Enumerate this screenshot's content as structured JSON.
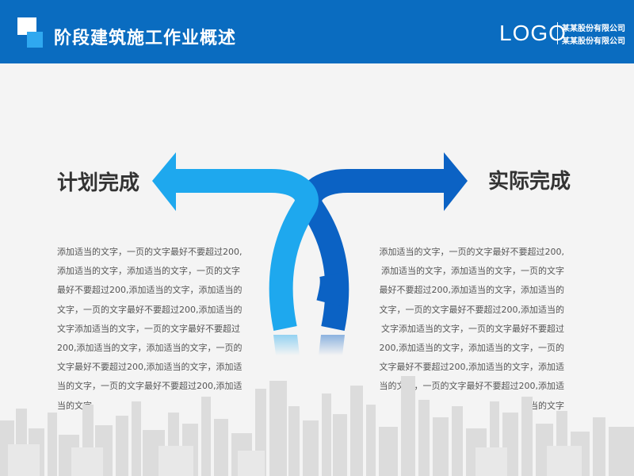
{
  "header": {
    "title": "阶段建筑施工作业概述",
    "logo": "LOGO",
    "company_line1": "某某股份有限公司",
    "company_line2": "某某股份有限公司"
  },
  "left": {
    "heading": "计划完成",
    "body": "添加适当的文字，一页的文字最好不要超过200,添加适当的文字，添加适当的文字，一页的文字最好不要超过200,添加适当的文字，添加适当的文字，一页的文字最好不要超过200,添加适当的文字添加适当的文字，一页的文字最好不要超过200,添加适当的文字，添加适当的文字，一页的文字最好不要超过200,添加适当的文字，添加适当的文字，一页的文字最好不要超过200,添加适当的文字"
  },
  "right": {
    "heading": "实际完成",
    "body": "添加适当的文字，一页的文字最好不要超过200,添加适当的文字，添加适当的文字，一页的文字最好不要超过200,添加适当的文字，添加适当的文字，一页的文字最好不要超过200,添加适当的文字添加适当的文字，一页的文字最好不要超过200,添加适当的文字，添加适当的文字，一页的文字最好不要超过200,添加适当的文字，添加适当的文字，一页的文字最好不要超过200,添加适当的文字"
  },
  "colors": {
    "header_blue": "#0a6cc0",
    "arrow_light": "#1ea8ee",
    "arrow_dark": "#0b62c4"
  },
  "icons": {
    "logo_mark": "stacked-squares-icon",
    "left_arrow": "arrow-left-icon",
    "right_arrow": "arrow-right-icon",
    "skyline": "city-skyline-icon"
  }
}
